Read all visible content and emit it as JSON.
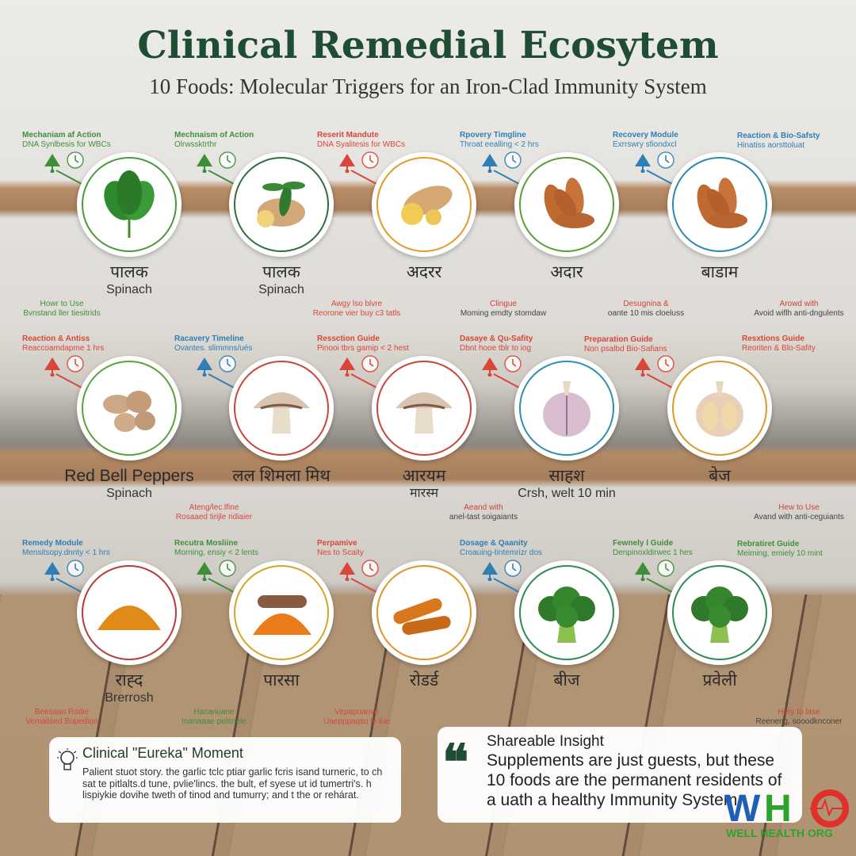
{
  "header": {
    "title": "Clinical Remedial Ecosytem",
    "subtitle": "10 Foods: Molecular Triggers for an Iron-Clad Immunity System"
  },
  "items": [
    {
      "food": "spinach",
      "ring": "#4a9a3a",
      "color": "#3f8f3a",
      "top": {
        "title": "Mechaniam af Action",
        "sub": "DNA Synlbesis for WBCs"
      },
      "name": {
        "hi": "पालक",
        "en": "Spinach"
      },
      "bottom": {
        "title": "Howr to Use",
        "sub": "Bvnstand ller tiesitrids"
      }
    },
    {
      "food": "ginger-leaf",
      "ring": "#2f6e3e",
      "color": "#3f8f3a",
      "top": {
        "title": "Mechnaism of Action",
        "sub": "Olrwssktrthr"
      },
      "name": {
        "hi": "पालक",
        "en": "Spinach"
      }
    },
    {
      "food": "ginger",
      "ring": "#e49a2a",
      "color": "#d9473a",
      "top": {
        "title": "Reserit Mandute",
        "sub": "DNA Syalitesis for WBCs"
      },
      "name": {
        "hi": "अदरर"
      },
      "bottom": {
        "title": "Awgy lso blvre",
        "sub": "Reorone vier buy c3 tatls"
      },
      "bottom2": {
        "title": "Clingue",
        "sub": "Moming emdty stomdaw"
      }
    },
    {
      "food": "almond",
      "ring": "#5a9e35",
      "color": "#2f7fb5",
      "top": {
        "title": "Rpovery Timgline",
        "sub": "Throat eealling < 2 hrs"
      },
      "name": {
        "hi": "अदार"
      },
      "bottom2": {
        "title": "Desugnina &",
        "sub": "oante 10 mis cloeluss"
      }
    },
    {
      "food": "almond",
      "ring": "#2d87b0",
      "color": "#2f7fb5",
      "top": {
        "title": "Recovery Module",
        "sub": "Exrrswry sfiondxcl"
      },
      "top2": {
        "title": "Reaction & Bio-Safsty",
        "sub": "Hinatiss aorsttoluat"
      },
      "name": {
        "hi": "बाडाम"
      },
      "bottom2": {
        "title": "Arowd with",
        "sub": "Avoid wiflh anti-dngulents"
      }
    },
    {
      "food": "ginger-pieces",
      "ring": "#5aa23a",
      "color": "#d9473a",
      "top": {
        "title": "Reaction & Antiss",
        "sub": "Reaccoamdapme 1 hrs"
      },
      "name": {
        "hi": "Red Bell Peppers",
        "en": "Spinach"
      }
    },
    {
      "food": "mushroom",
      "ring": "#c8453a",
      "color": "#2f7fb5",
      "top": {
        "title": "Racavery Timeline",
        "sub": "Ovantes. slimmns/ués"
      },
      "name": {
        "hi": "लल शिमला मिथ"
      },
      "bottom": {
        "title": "Ateng/lec.lfine",
        "sub": "Rosaaed tirijle ridiaier"
      }
    },
    {
      "food": "mushroom",
      "ring": "#c8453a",
      "color": "#d9473a",
      "top": {
        "title": "Ressction Guide",
        "sub": "Pinooi tbrs gamip < 2 hest"
      },
      "name": {
        "hi": "आरयम",
        "en": "मारस्म"
      },
      "bottom2": {
        "title": "Aeand with",
        "sub": "anel-tast soigaiants"
      }
    },
    {
      "food": "garlic-purple",
      "ring": "#2d8fb0",
      "color": "#d9473a",
      "top": {
        "title": "Dasaye & Qu-Safity",
        "sub": "Dbnt hooe tblr to iog"
      },
      "top2": {
        "title": "Preparation Guide",
        "sub": "Non psalbd Bio-Safians"
      },
      "name": {
        "hi": "साहश",
        "en": "Crsh, welt 10 min"
      }
    },
    {
      "food": "garlic",
      "ring": "#d99a2a",
      "color": "#d9473a",
      "top": {
        "title": "Resxtions Guide",
        "sub": "Reoriten & Blo-Safity"
      },
      "name": {
        "hi": "बेज"
      },
      "bottom2": {
        "title": "Hew to Use",
        "sub": "Avand with anti-ceguiants"
      }
    },
    {
      "food": "turmeric-powder",
      "ring": "#b83a3a",
      "color": "#2f7fb5",
      "top": {
        "title": "Remedy Module",
        "sub": "Mensitsopy.dnnty < 1 hrs"
      },
      "name": {
        "hi": "राह्द",
        "en": "Brerrosh"
      },
      "bottom": {
        "title": "Beesaan Rodie",
        "sub": "Vemalised Bupedion"
      }
    },
    {
      "food": "turmeric-mix",
      "ring": "#d4a52a",
      "color": "#3f8f3a",
      "top": {
        "title": "Recutra Mosliine",
        "sub": "Morning, ensiy < 2 lents"
      },
      "name": {
        "hi": "पारसा"
      },
      "bottom": {
        "title": "Hacanuane",
        "sub": "Inanaaae pelitnole"
      }
    },
    {
      "food": "turmeric-root",
      "ring": "#e0952a",
      "color": "#d9473a",
      "top": {
        "title": "Perpamive",
        "sub": "Nes to Scaity"
      },
      "name": {
        "hi": "रोडर्ड"
      },
      "bottom": {
        "title": "Vepapuanve",
        "sub": "Uaepppaqsu le tue"
      }
    },
    {
      "food": "broccoli",
      "ring": "#2f8a55",
      "color": "#2f7fb5",
      "top": {
        "title": "Dosage & Qaanity",
        "sub": "Croauing-tintemrizr dos"
      },
      "name": {
        "hi": "बीज"
      }
    },
    {
      "food": "broccoli",
      "ring": "#2f8a55",
      "color": "#3f8f3a",
      "top": {
        "title": "Fewnely l Guide",
        "sub": "Denpinoxldirwec 1 hes"
      },
      "top2": {
        "title": "Rebratiret Guide",
        "sub": "Meiming, emiely 10 mint"
      },
      "name": {
        "hi": "प्रवेली"
      },
      "bottom2": {
        "title": "Hery to lase",
        "sub": "Reeneng, sooodknconer"
      }
    }
  ],
  "eureka": {
    "icon": "lightbulb-icon",
    "title": "Clinical \"Eureka\" Moment",
    "body": "Palient stuot story. the garlic tclc ptiar garlic fcris isand turneric, to ch sat te pitlalts.d tune, pvlie'lincs. the bult, ef syese ut id tumertri's. h lispiykie dovihe tweth of tinod and tumurry; and t the or rehárat."
  },
  "insight": {
    "icon": "quote-icon",
    "title": "Shareable Insight",
    "body": "Supplements are just guests, but these 10 foods are the permanent residents of a uath a healthy Immunity System."
  },
  "logo": {
    "mark": "WHO",
    "text": "WELL HEALTH ORG"
  }
}
